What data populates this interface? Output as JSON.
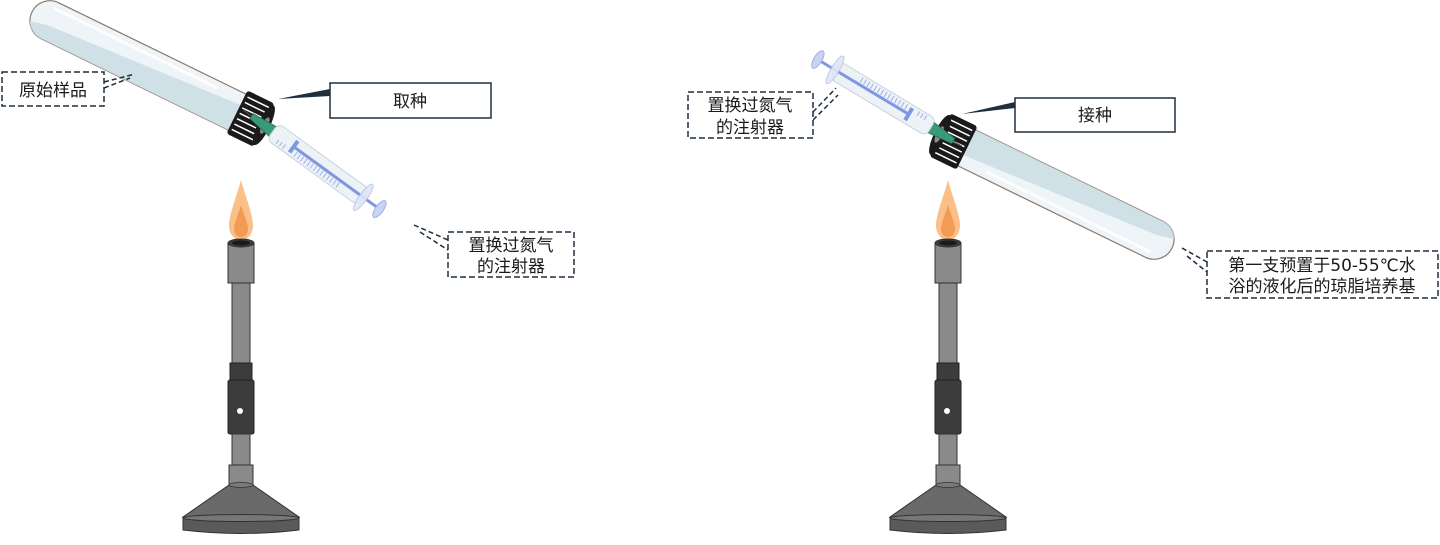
{
  "left_panel": {
    "sample_label": "原始样品",
    "action_label": "取种",
    "syringe_label_line1": "置换过氮气",
    "syringe_label_line2": "的注射器"
  },
  "right_panel": {
    "syringe_label_line1": "置换过氮气",
    "syringe_label_line2": "的注射器",
    "action_label": "接种",
    "tube_label_line1": "第一支预置于50-55℃水",
    "tube_label_line2": "浴的液化后的琼脂培养基"
  },
  "colors": {
    "tube_glass": "#eef4f7",
    "tube_liquid": "#c9dde3",
    "cap": "#1a1a1a",
    "needle_hub": "#3a9a78",
    "syringe_plunger": "#7f97e0",
    "flame_outer": "#fbc08a",
    "flame_inner": "#f39a55",
    "burner_metal": "#8a8a8a",
    "burner_dark": "#3c3c3c",
    "burner_base": "#6a6a6a",
    "callout_border": "#1f2f3f"
  }
}
